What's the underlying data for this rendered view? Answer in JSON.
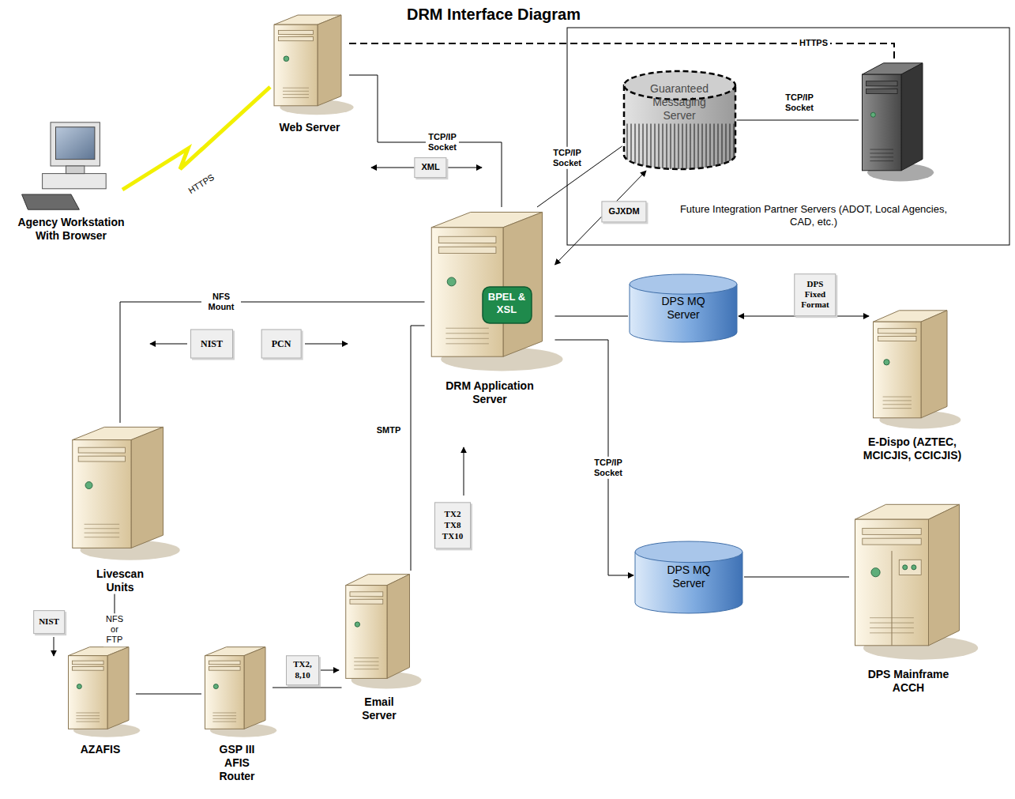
{
  "diagram": {
    "title": "DRM Interface Diagram",
    "nodes": [
      {
        "text": [
          "Web Server"
        ]
      },
      {
        "text": [
          "Guaranteed Messaging Server"
        ]
      },
      {
        "text": [
          "Future Integration Partner Servers (ADOT, Local Agencies, CAD, etc.)"
        ]
      },
      {
        "text": [
          "Agency Workstation With Browser"
        ]
      },
      {
        "text": [
          "DRM Application Server"
        ]
      },
      {
        "text": [
          "BPEL & XSL"
        ],
        "in": 4
      },
      {
        "text": [
          "DPS MQ Server"
        ]
      },
      {
        "text": [
          "E-Dispo (AZTEC, MCICJIS, CCICJIS)"
        ]
      },
      {
        "text": [
          "Livescan Units"
        ]
      },
      {
        "text": [
          "DPS MQ Server"
        ]
      },
      {
        "text": [
          "Email Server"
        ]
      },
      {
        "text": [
          "DPS Mainframe ACCH"
        ]
      },
      {
        "text": [
          "AZAFIS"
        ]
      },
      {
        "text": [
          "GSP III AFIS Router"
        ]
      }
    ],
    "edges": [
      {
        "from": 3,
        "to": 0,
        "arrow": "none",
        "label": "HTTPS"
      },
      {
        "from": 0,
        "to": 4,
        "arrow": "none",
        "label": "TCP/IP Socket"
      },
      {
        "from": 0,
        "to": 2,
        "arrow": "none",
        "label": "HTTPS"
      },
      {
        "from": 4,
        "to": 1,
        "arrow": "none",
        "label": "TCP/IP Socket"
      },
      {
        "from": 1,
        "to": 4,
        "arrow": "both",
        "label": "GJXDM"
      },
      {
        "from": 1,
        "to": 2,
        "arrow": "none",
        "label": "TCP/IP Socket"
      },
      {
        "from": 4,
        "to": 6,
        "arrow": "none"
      },
      {
        "from": 6,
        "to": 7,
        "arrow": "both",
        "label": "DPS Fixed Format"
      },
      {
        "from": 4,
        "to": 9,
        "arrow": "to",
        "label": "TCP/IP Socket"
      },
      {
        "from": 9,
        "to": 11,
        "arrow": "none"
      },
      {
        "from": 4,
        "to": 8,
        "arrow": "none",
        "label": "NFS Mount"
      },
      {
        "from": 10,
        "to": 4,
        "arrow": "none",
        "label": "SMTP"
      },
      {
        "from": 8,
        "to": 12,
        "arrow": "none",
        "label": "NFS or FTP"
      },
      {
        "from": 12,
        "to": 13,
        "arrow": "none"
      },
      {
        "from": 13,
        "to": 10,
        "arrow": "none"
      }
    ],
    "labels": [
      "XML",
      "NIST",
      "PCN",
      "TX2 TX8 TX10",
      "NIST",
      "TX2, 8,10"
    ]
  }
}
